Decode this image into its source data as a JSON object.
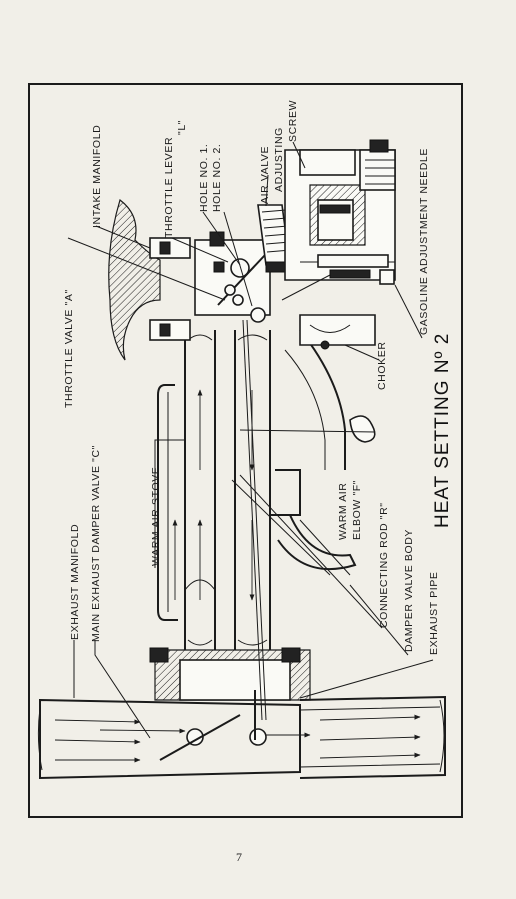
{
  "diagram": {
    "title": "HEAT SETTING Nº 2",
    "page_number": "7",
    "labels": {
      "exhaust_manifold": "EXHAUST MANIFOLD",
      "main_exhaust_damper_valve": "MAIN EXHAUST DAMPER VALVE \"C\"",
      "warm_air_stove": "WARM AIR STOVE",
      "throttle_valve": "THROTTLE VALVE \"A\"",
      "intake_manifold": "INTAKE MANIFOLD",
      "throttle_lever_line1": "THROTTLE LEVER",
      "throttle_lever_line2": "\"L\"",
      "hole_no1": "HOLE NO. 1.",
      "hole_no2": "HOLE NO. 2.",
      "air_valve_line1": "AIR VALVE",
      "air_valve_line2": "ADJUSTING",
      "air_valve_line3": "SCREW",
      "gasoline_adjustment_needle": "GASOLINE ADJUSTMENT NEEDLE",
      "choker": "CHOKER",
      "warm_air_elbow_line1": "WARM AIR",
      "warm_air_elbow_line2": "ELBOW \"F\"",
      "connecting_rod": "CONNECTING ROD \"R\"",
      "damper_valve_body": "DAMPER VALVE BODY",
      "exhaust_pipe": "EXHAUST PIPE"
    }
  }
}
